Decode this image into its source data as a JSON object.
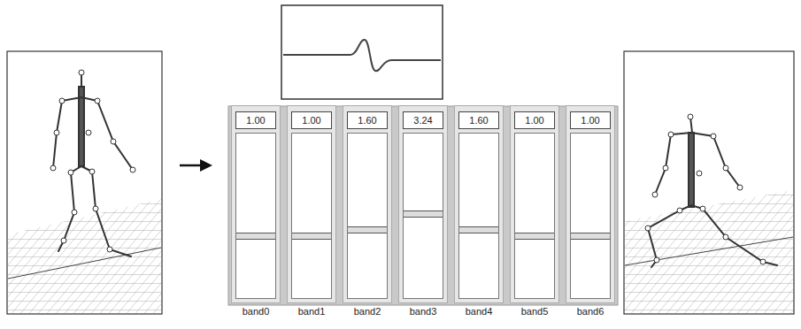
{
  "diagram": {
    "nodes": [
      {
        "text": [
          "1.00",
          "band0"
        ]
      },
      {
        "text": [
          "1.00",
          "band1"
        ]
      },
      {
        "text": [
          "1.60",
          "band2"
        ]
      },
      {
        "text": [
          "3.24",
          "band3"
        ]
      },
      {
        "text": [
          "1.60",
          "band4"
        ]
      },
      {
        "text": [
          "1.00",
          "band5"
        ]
      },
      {
        "text": [
          "1.00",
          "band6"
        ]
      }
    ]
  }
}
